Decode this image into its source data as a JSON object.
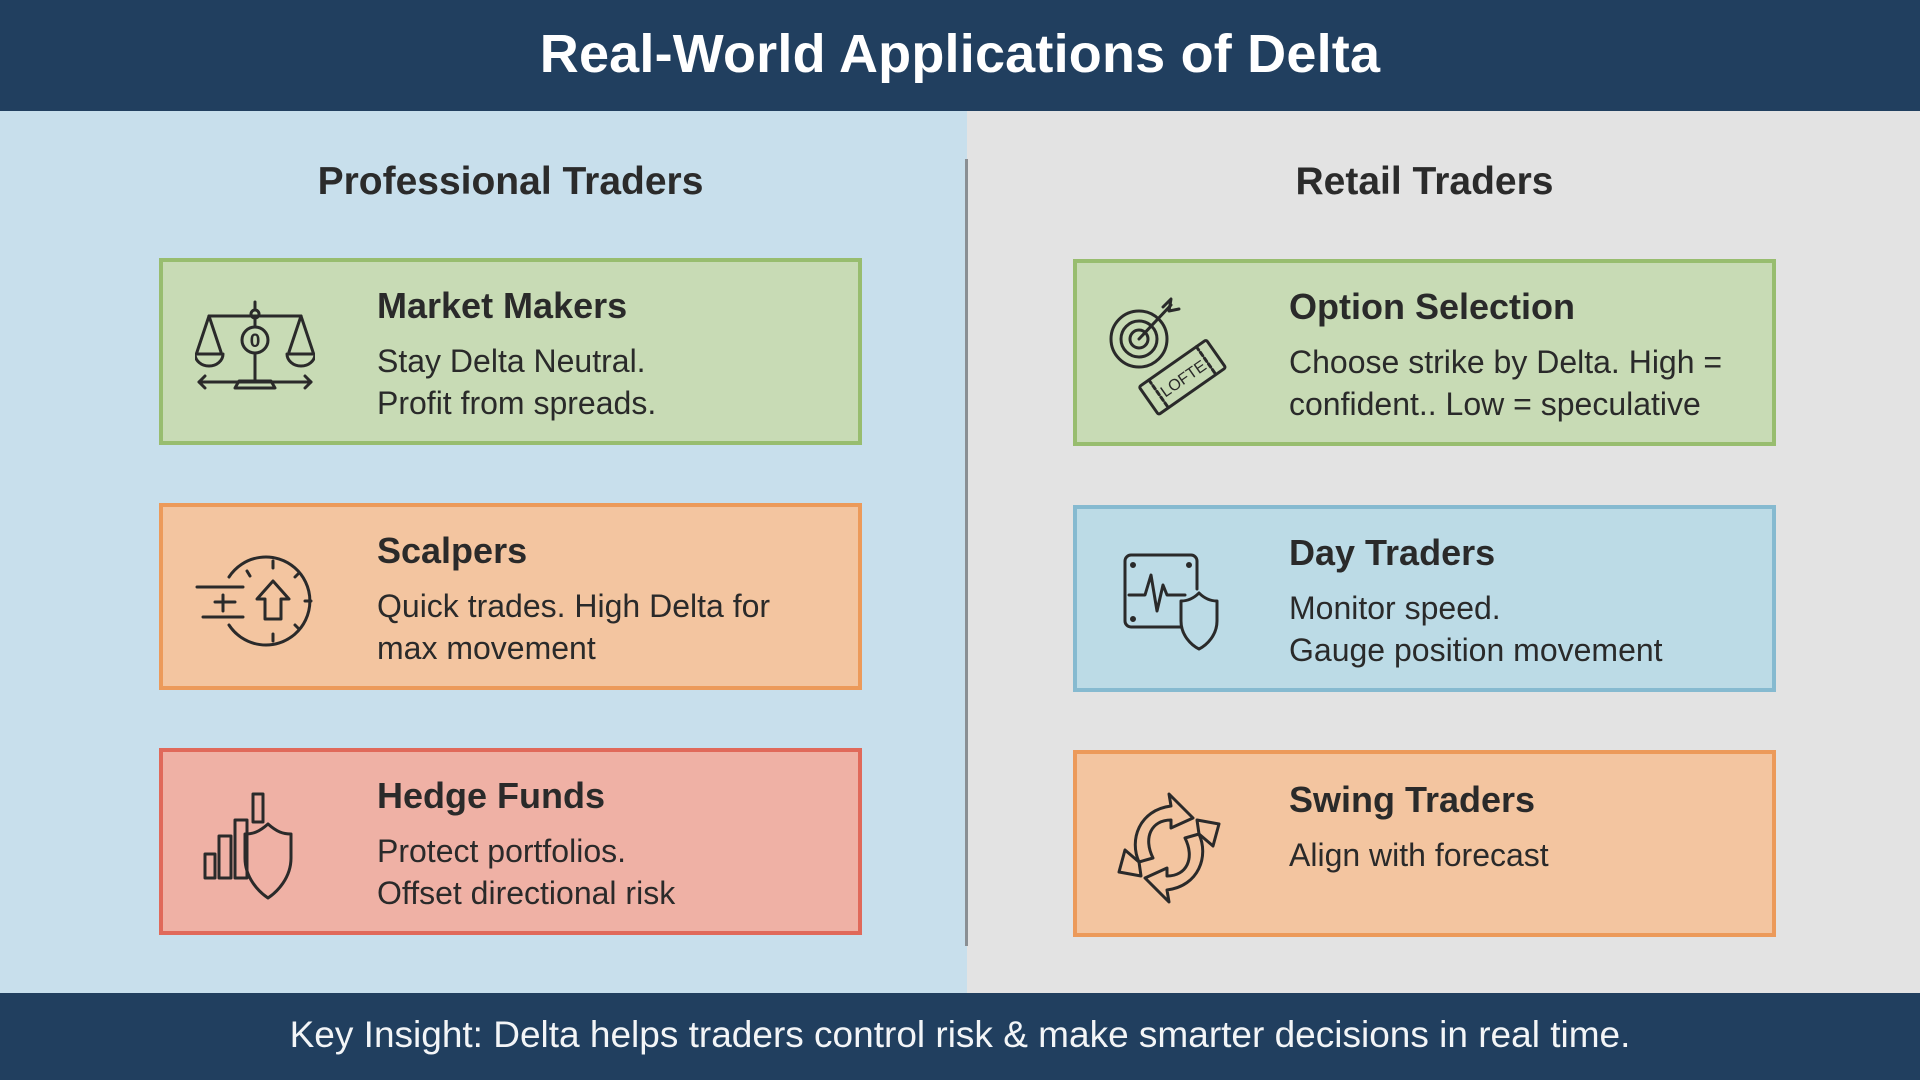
{
  "header": {
    "title": "Real-World Applications of Delta"
  },
  "left": {
    "title": "Professional Traders",
    "cards": [
      {
        "title": "Market Makers",
        "lines": [
          "Stay Delta Neutral.",
          "Profit from spreads."
        ],
        "icon": "balance-scale-icon",
        "color": "#98bd6f"
      },
      {
        "title": "Scalpers",
        "lines": [
          "Quick trades. High Delta for",
          "max movement"
        ],
        "icon": "stopwatch-arrow-icon",
        "color": "#ec9a5a"
      },
      {
        "title": "Hedge Funds",
        "lines": [
          "Protect portfolios.",
          "Offset directional risk"
        ],
        "icon": "chart-shield-icon",
        "color": "#e0695a"
      }
    ]
  },
  "right": {
    "title": "Retail Traders",
    "cards": [
      {
        "title": "Option Selection",
        "lines": [
          "Choose strike by Delta. High =",
          "confident.. Low = speculative"
        ],
        "icon": "target-ticket-icon",
        "ticket_text": "LOFTE",
        "color": "#98bd6f"
      },
      {
        "title": "Day Traders",
        "lines": [
          "Monitor speed.",
          "Gauge position movement"
        ],
        "icon": "monitor-shield-icon",
        "color": "#86bad0"
      },
      {
        "title": "Swing Traders",
        "lines": [
          "Align with forecast"
        ],
        "icon": "cycle-arrows-icon",
        "color": "#ec9a5a"
      }
    ]
  },
  "footer": {
    "text": "Key Insight: Delta helps traders control risk & make smarter decisions in real time."
  },
  "colors": {
    "header_bg": "#213f5f",
    "left_bg": "#c8dfec",
    "right_bg": "#e3e3e3"
  }
}
